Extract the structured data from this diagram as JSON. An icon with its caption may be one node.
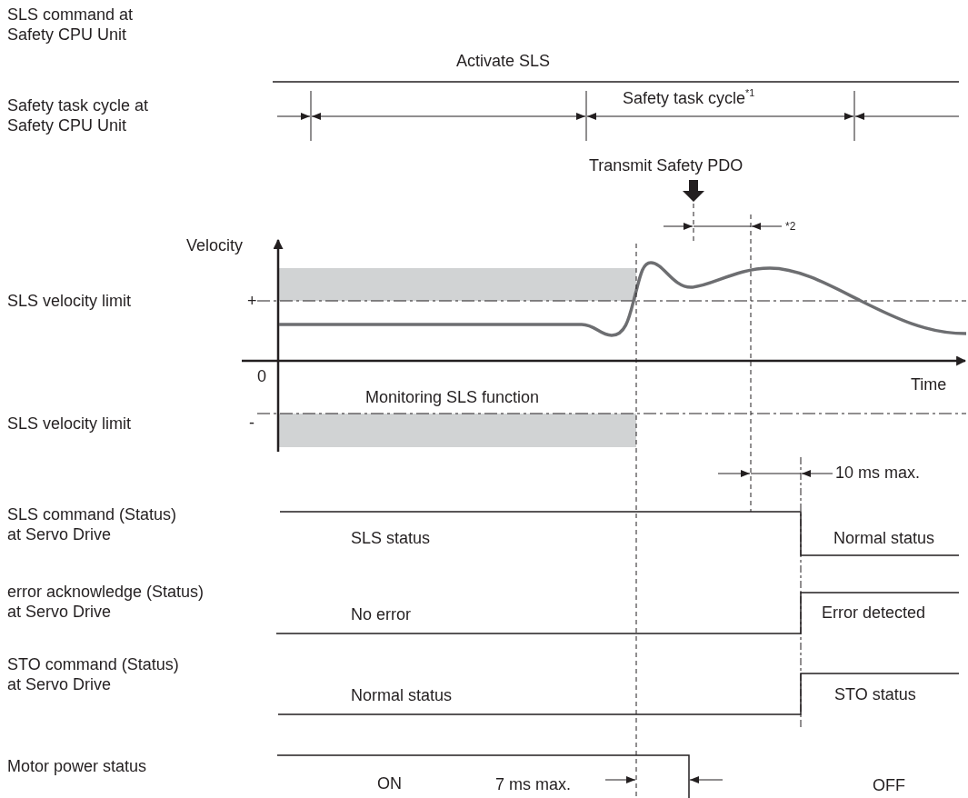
{
  "diagram": {
    "labels": [
      "SLS command at Safety CPU Unit",
      "Activate SLS",
      "Safety task cycle at Safety CPU Unit",
      "Safety task cycle$^{*1}$",
      "Transmit Safety PDO",
      "*2",
      "Velocity",
      "SLS velocity limit",
      "+",
      "0",
      "Time",
      "Monitoring SLS function",
      "SLS velocity limit",
      "-",
      "10 ms max.",
      "SLS command (Status) at Servo Drive",
      "SLS status",
      "Normal status",
      "error acknowledge (Status) at Servo Drive",
      "No error",
      "Error detected",
      "STO command (Status) at Servo Drive",
      "Normal status",
      "STO status",
      "Motor power status",
      "ON",
      "7 ms max.",
      "OFF"
    ]
  }
}
